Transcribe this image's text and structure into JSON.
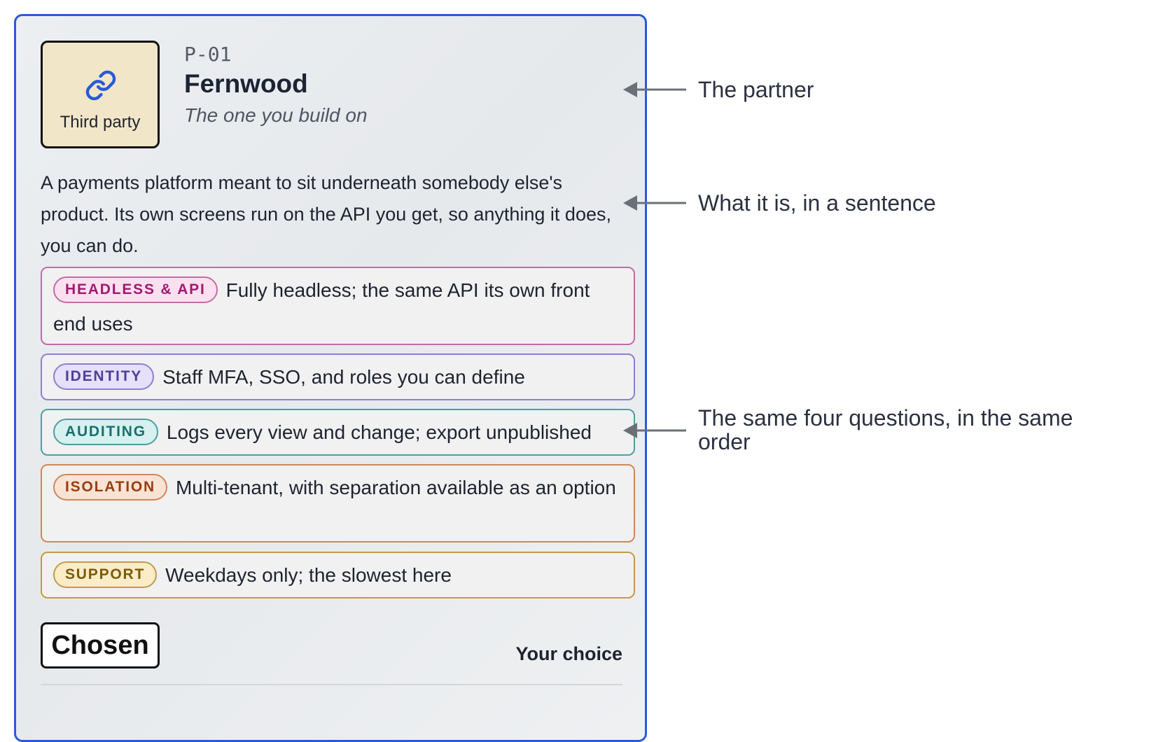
{
  "card": {
    "thumb_label": "Third party",
    "thumb_icon": "link-icon",
    "id": "P-01",
    "name": "Fernwood",
    "tagline": "The one you build on",
    "description": "A payments platform meant to sit underneath somebody else's product. Its own screens run on the API you get, so anything it does, you can do.",
    "features": [
      {
        "tag": "HEADLESS & API",
        "text": "Fully headless; the same API its own front end uses",
        "border": "#c76aa6",
        "pill_bg": "#fbe1ef",
        "pill_fg": "#a11a72"
      },
      {
        "tag": "IDENTITY",
        "text": "Staff MFA, SSO, and roles you can define",
        "border": "#8f7ed1",
        "pill_bg": "#e6e0fb",
        "pill_fg": "#4e3f99"
      },
      {
        "tag": "AUDITING",
        "text": "Logs every view and change; export unpublished",
        "border": "#4aa0a3",
        "pill_bg": "#d6f1ef",
        "pill_fg": "#17706f"
      },
      {
        "tag": "ISOLATION",
        "text": "Multi-tenant, with separation available as an option",
        "border": "#d0875a",
        "pill_bg": "#fbe3d4",
        "pill_fg": "#9a3d12"
      },
      {
        "tag": "SUPPORT",
        "text": "Weekdays only; the slowest here",
        "border": "#c59a48",
        "pill_bg": "#f9ecc7",
        "pill_fg": "#7d5a0a"
      }
    ],
    "chosen_label": "Chosen",
    "your_choice_label": "Your choice"
  },
  "annotations": [
    {
      "label": "The partner"
    },
    {
      "label": "What it is, in a sentence"
    },
    {
      "label": "The same four questions, in the same order"
    }
  ],
  "colors": {
    "card_border": "#2a5ad6",
    "icon": "#2a5ad6",
    "arrow": "#6b7078"
  }
}
